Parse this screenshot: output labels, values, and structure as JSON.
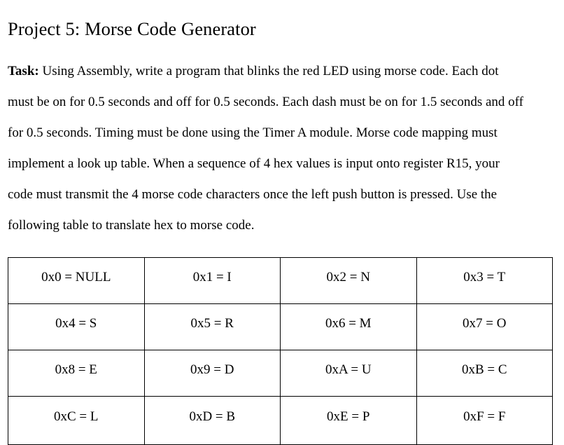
{
  "document": {
    "title": "Project 5: Morse Code Generator",
    "task_label": "Task:",
    "task_body_first_line": " Using Assembly, write a program that blinks the red LED using morse code. Each dot",
    "paragraph_lines": [
      "must be on for 0.5 seconds and off for 0.5 seconds. Each dash must be on for 1.5 seconds and off",
      "for 0.5 seconds. Timing must be done using the Timer A module. Morse code mapping must",
      "implement a look up table. When a sequence of 4 hex values is input onto register R15, your",
      "code must transmit the 4 morse code characters once the left push button is pressed. Use the",
      "following table to translate hex to morse code."
    ],
    "full_paragraph": "Task: Using Assembly, write a program that blinks the red LED using morse code. Each dot must be on for 0.5 seconds and off for 0.5 seconds. Each dash must be on for 1.5 seconds and off for 0.5 seconds. Timing must be done using the Timer A module. Morse code mapping must implement a look up table. When a sequence of 4 hex values is input onto register R15, your code must transmit the 4 morse code characters once the left push button is pressed. Use the following table to translate hex to morse code."
  },
  "hex_table": {
    "rows": [
      [
        "0x0 = NULL",
        "0x1 = I",
        "0x2 = N",
        "0x3 = T"
      ],
      [
        "0x4 = S",
        "0x5 = R",
        "0x6 = M",
        "0x7 = O"
      ],
      [
        "0x8 = E",
        "0x9 = D",
        "0xA = U",
        "0xB = C"
      ],
      [
        "0xC = L",
        "0xD = B",
        "0xE = P",
        "0xF = F"
      ]
    ]
  },
  "colors": {
    "text": "#000000",
    "background": "#ffffff",
    "table_border": "#000000"
  }
}
